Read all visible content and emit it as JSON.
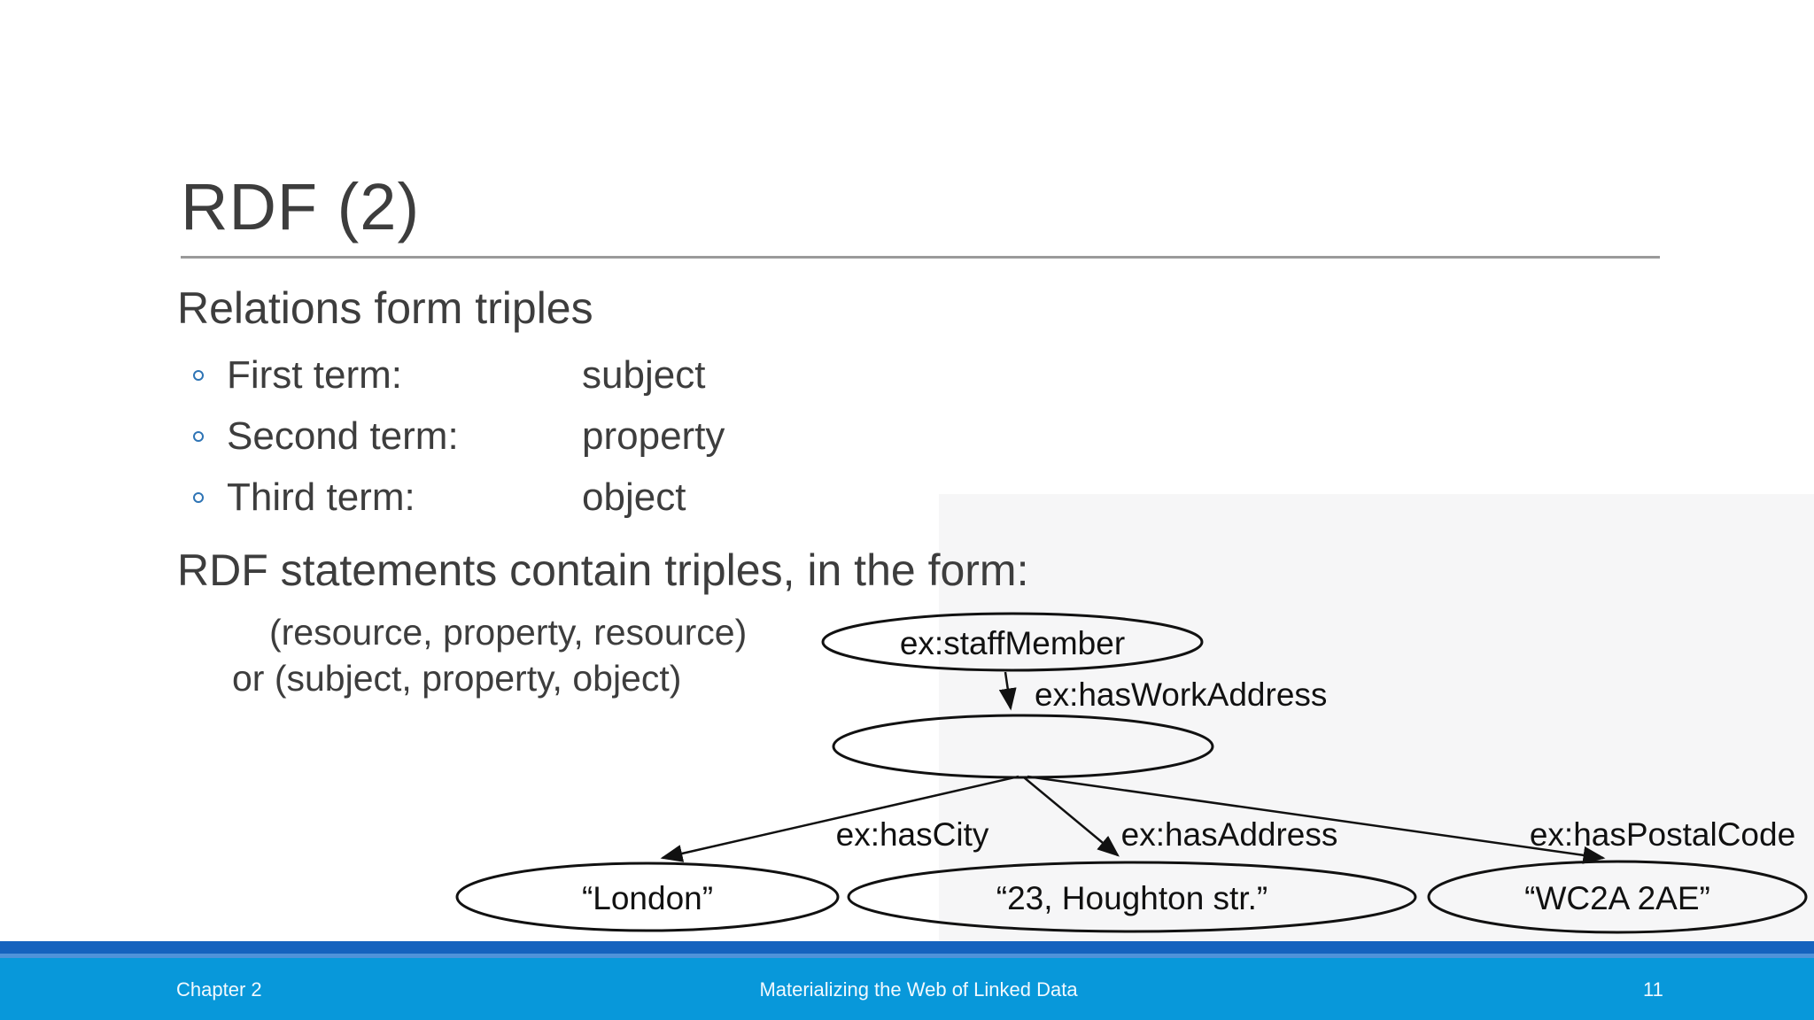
{
  "slide": {
    "title": "RDF (2)",
    "heading_relations": "Relations form triples",
    "bullets": [
      {
        "term": "First term:",
        "value": "subject"
      },
      {
        "term": "Second term:",
        "value": "property"
      },
      {
        "term": "Third term:",
        "value": "object"
      }
    ],
    "heading_statements": "RDF statements contain triples, in the form:",
    "form_lines": [
      "(resource, property, resource)",
      "or (subject, property, object)"
    ]
  },
  "diagram": {
    "nodes": [
      {
        "id": "staff-member",
        "label": "ex:staffMember"
      },
      {
        "id": "blank-node",
        "label": ""
      },
      {
        "id": "city-literal",
        "label": "“London”"
      },
      {
        "id": "street-literal",
        "label": "“23, Houghton str.”"
      },
      {
        "id": "postal-literal",
        "label": "“WC2A 2AE”"
      }
    ],
    "edges": [
      {
        "from": "staff-member",
        "to": "blank-node",
        "label": "ex:hasWorkAddress"
      },
      {
        "from": "blank-node",
        "to": "city-literal",
        "label": "ex:hasCity"
      },
      {
        "from": "blank-node",
        "to": "street-literal",
        "label": "ex:hasAddress"
      },
      {
        "from": "blank-node",
        "to": "postal-literal",
        "label": "ex:hasPostalCode"
      }
    ]
  },
  "footer": {
    "left": "Chapter 2",
    "center": "Materializing the Web of Linked Data",
    "page_number": "11"
  },
  "colors": {
    "body_text": "#3d3d3d",
    "bullet_ring": "#2e74b5",
    "title_rule": "#9a9a9a",
    "diagram_ink": "#111111",
    "footer_dark_band": "#1563be",
    "footer_light_band": "#4f93d9",
    "footer_main": "#0898da",
    "footer_text": "#f2f9fe"
  }
}
